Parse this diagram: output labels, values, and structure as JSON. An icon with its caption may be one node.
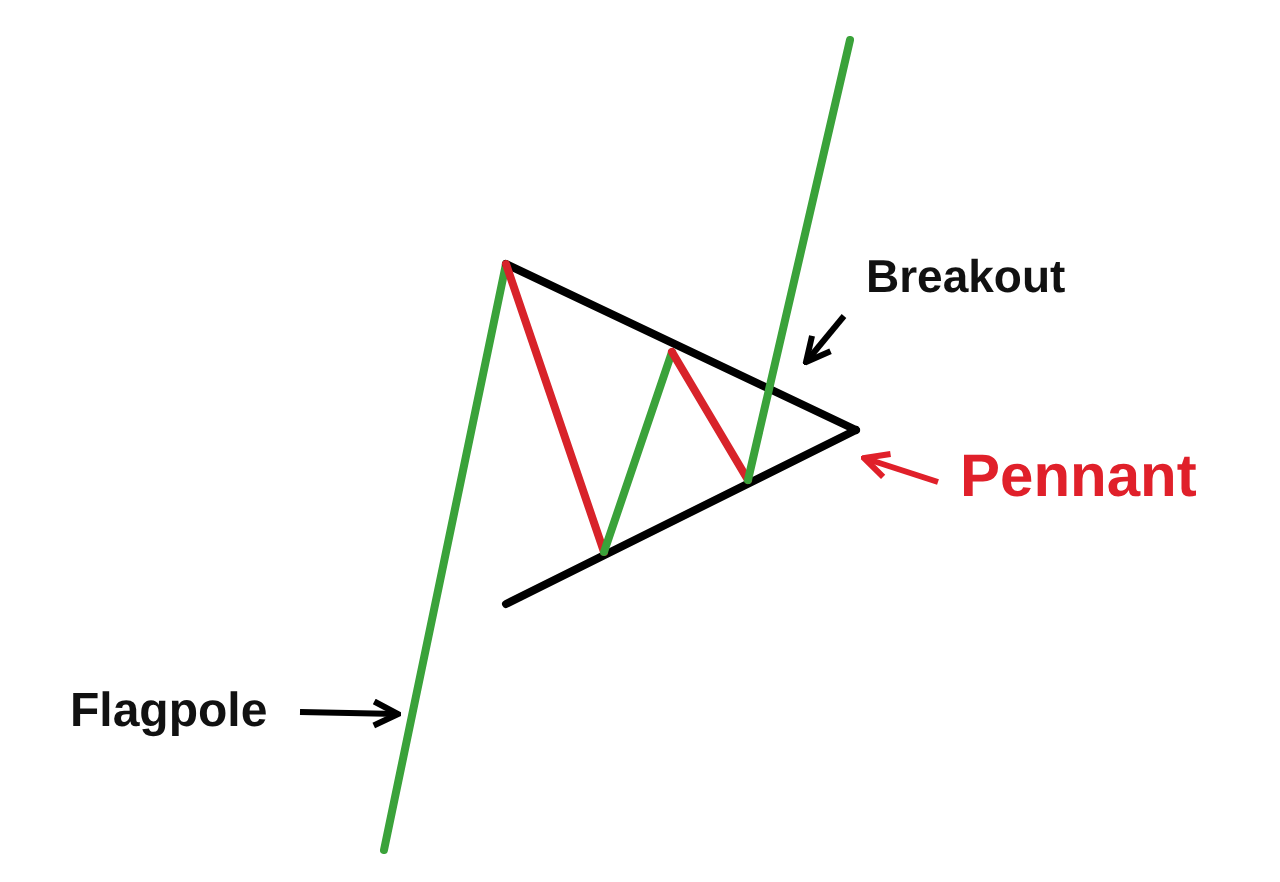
{
  "diagram": {
    "nodes": [
      {
        "text": [
          "Breakout"
        ]
      },
      {
        "text": [
          "Pennant"
        ]
      },
      {
        "text": [
          "Flagpole"
        ]
      }
    ],
    "edges": [
      {
        "from": 0,
        "to": null,
        "arrow": "to"
      },
      {
        "from": 1,
        "to": null,
        "arrow": "to",
        "color": "#e0202a"
      },
      {
        "from": 2,
        "to": null,
        "arrow": "to"
      }
    ]
  }
}
